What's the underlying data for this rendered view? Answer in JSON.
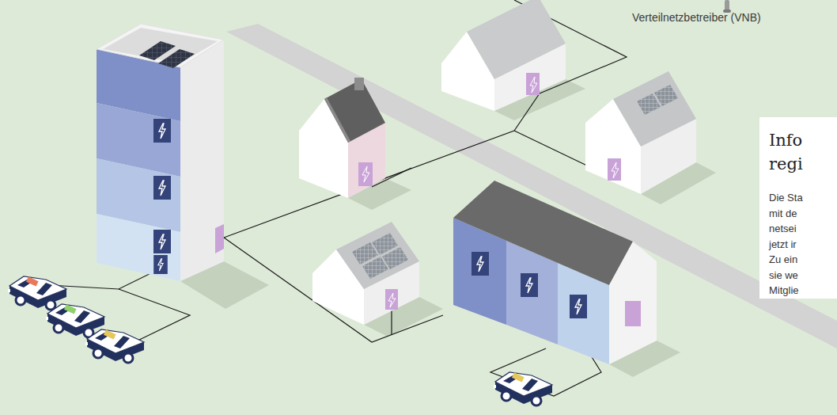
{
  "diagram": {
    "nodes": [
      {
        "text": [
          "Info regi",
          "Die Sta mit de netsei jetzt ir Zu ein sie we Mitglie"
        ]
      }
    ],
    "labels": [
      "Verteilnetzbetreiber (VNB)"
    ]
  }
}
